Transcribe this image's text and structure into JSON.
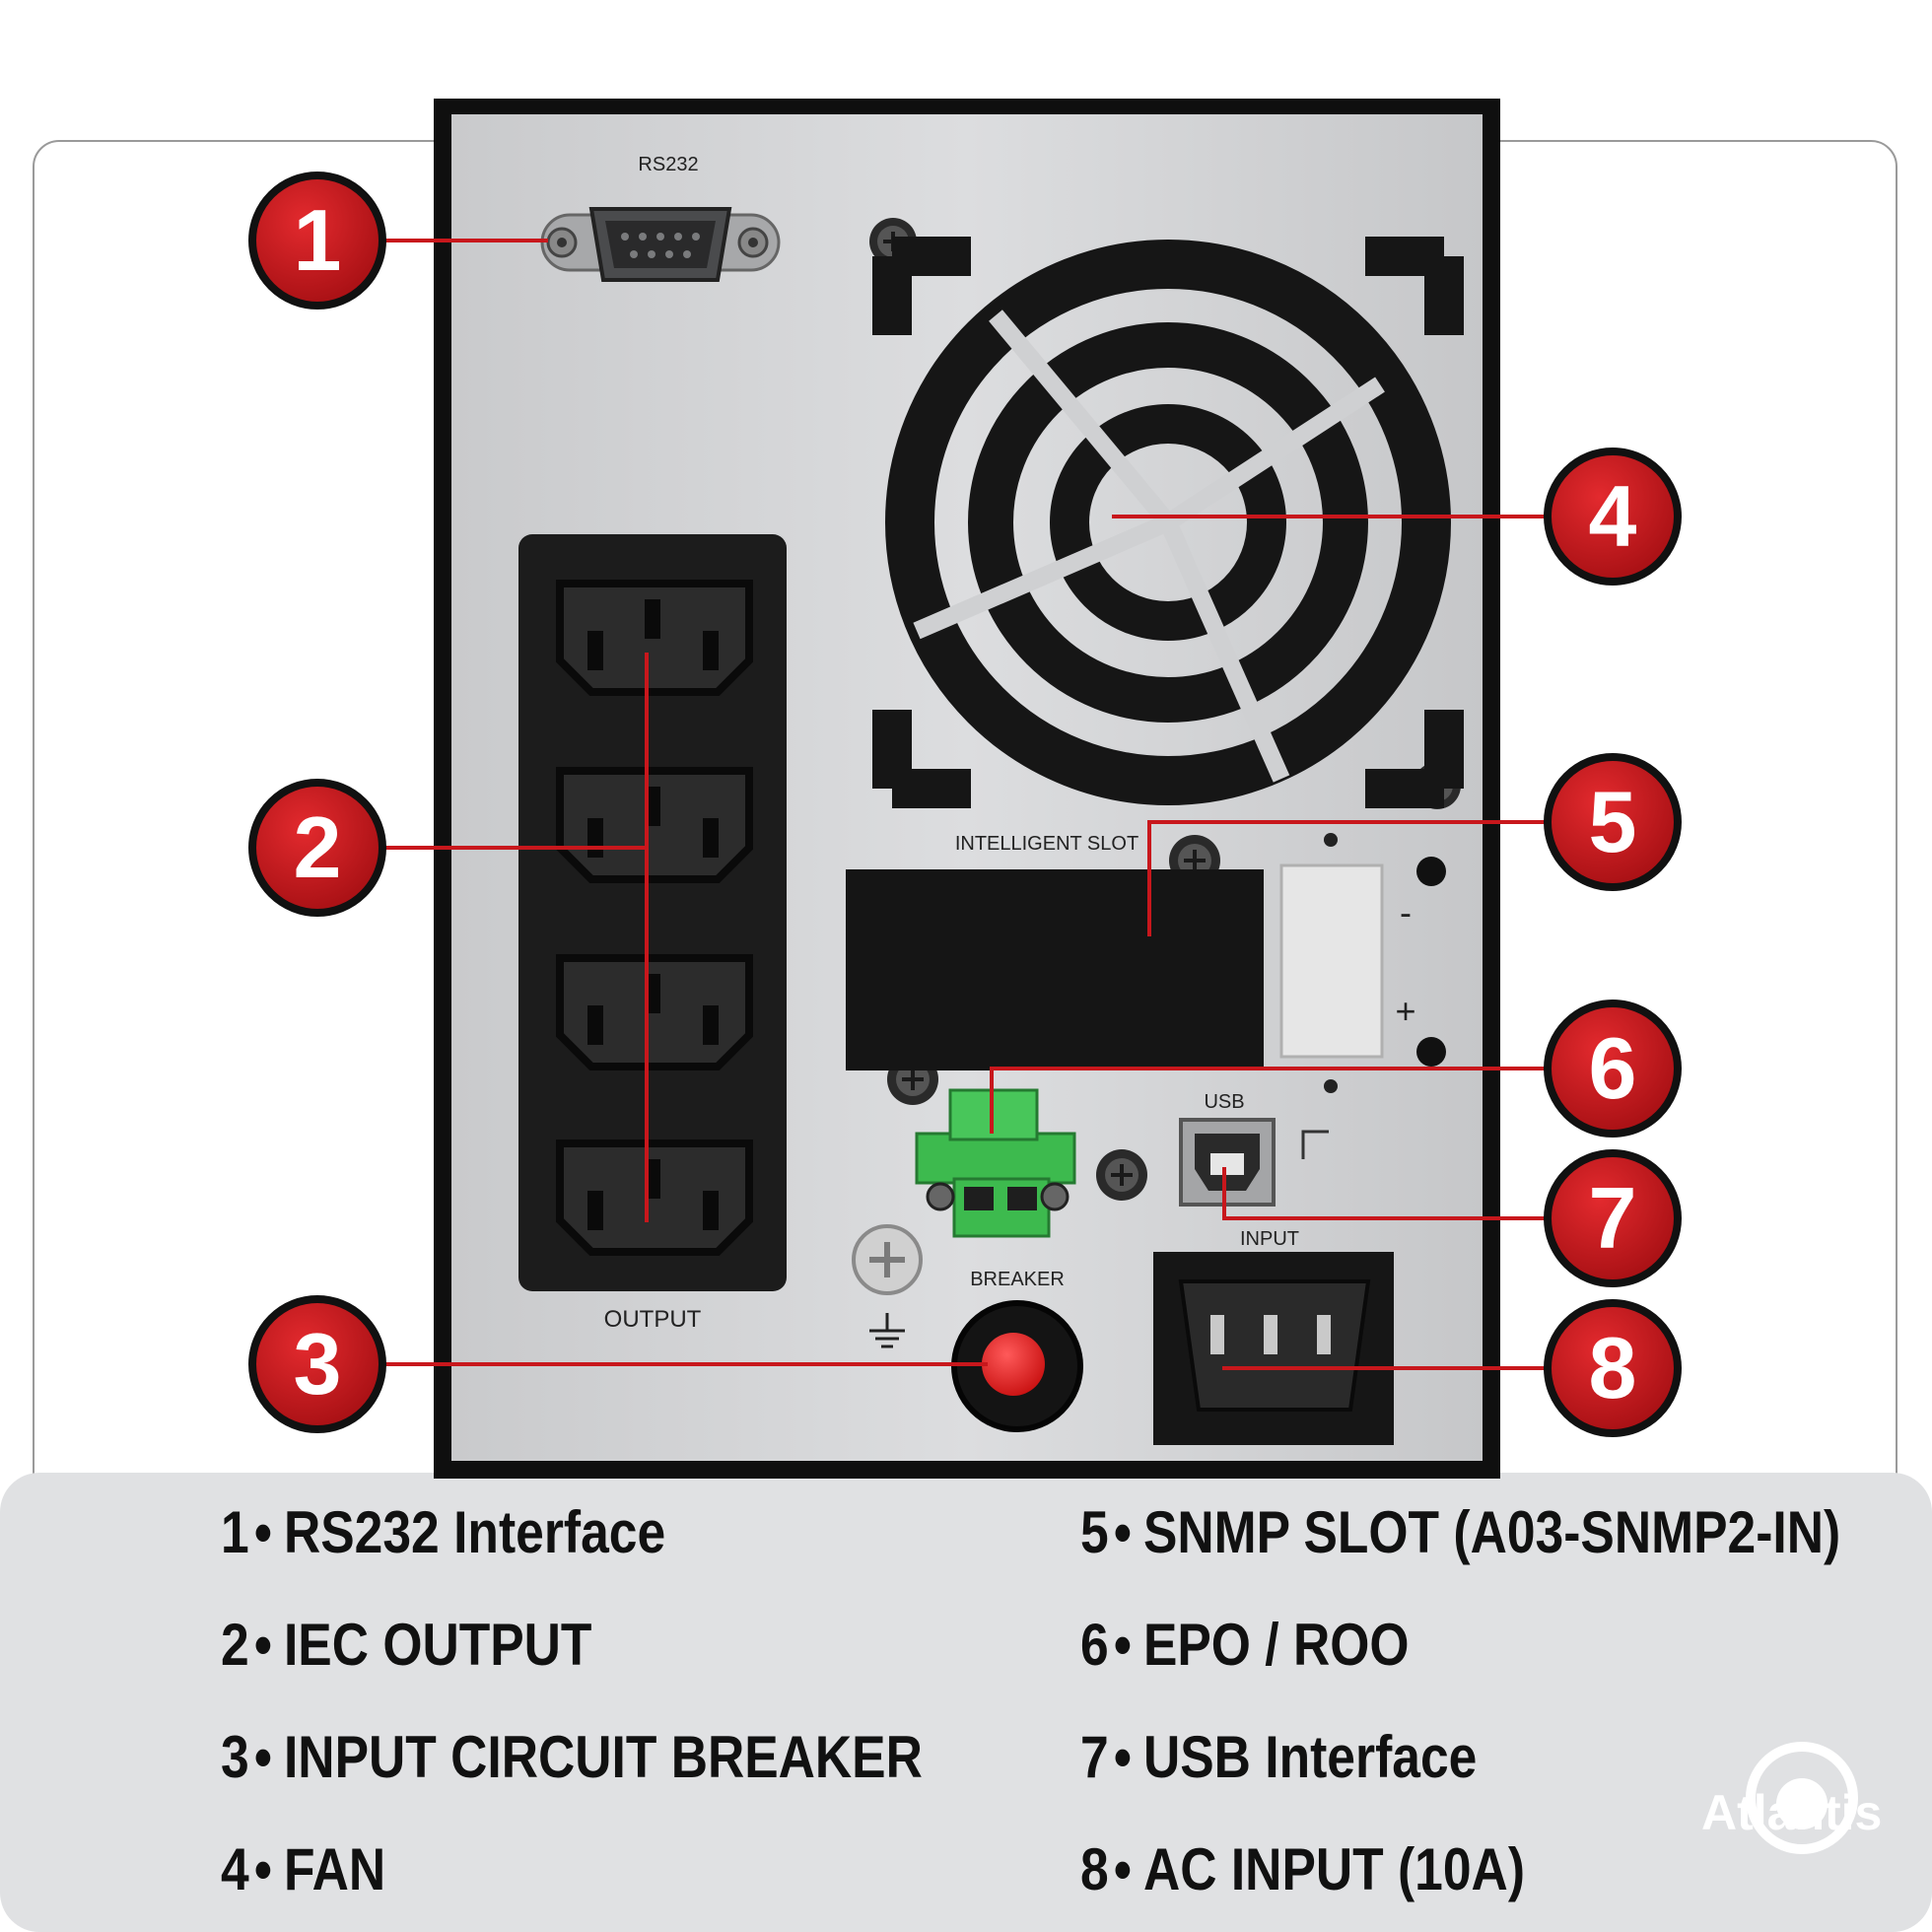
{
  "panel_labels": {
    "rs232": "RS232",
    "intelligent_slot": "INTELLIGENT SLOT",
    "usb": "USB",
    "input": "INPUT",
    "breaker": "BREAKER",
    "output": "OUTPUT",
    "minus": "-",
    "plus": "+"
  },
  "callouts": [
    "1",
    "2",
    "3",
    "4",
    "5",
    "6",
    "7",
    "8"
  ],
  "legend": [
    {
      "num": "1",
      "text": "RS232 Interface"
    },
    {
      "num": "2",
      "text": "IEC OUTPUT"
    },
    {
      "num": "3",
      "text": "INPUT CIRCUIT BREAKER"
    },
    {
      "num": "4",
      "text": "FAN"
    },
    {
      "num": "5",
      "text": "SNMP SLOT (A03-SNMP2-IN)"
    },
    {
      "num": "6",
      "text": "EPO / ROO"
    },
    {
      "num": "7",
      "text": "USB Interface"
    },
    {
      "num": "8",
      "text": "AC INPUT (10A)"
    }
  ],
  "brand": "Atlantis",
  "colors": {
    "callout_red": "#c8171c",
    "panel_grey": "#d2d3d5",
    "legend_bg": "#e0e1e3",
    "terminal_green": "#3dba4e"
  }
}
